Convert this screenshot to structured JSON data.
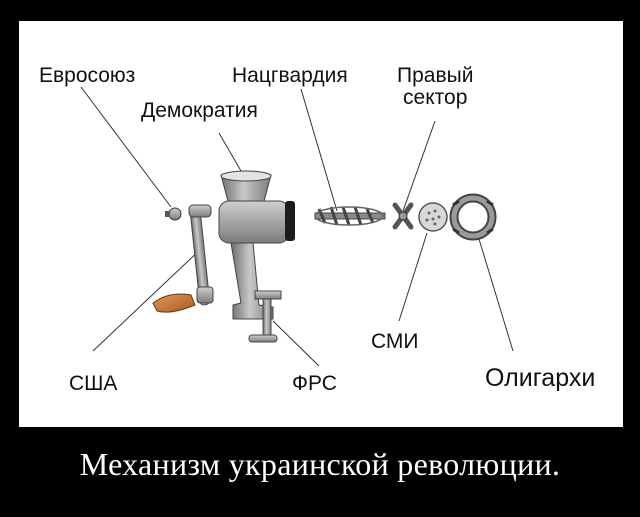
{
  "labels": {
    "eu": "Евросоюз",
    "democracy": "Демократия",
    "natsgvardiya": "Нацгвардия",
    "right_sector_line1": "Правый",
    "right_sector_line2": "сектор",
    "usa": "США",
    "frs": "ФРС",
    "media": "СМИ",
    "oligarchs": "Олигархи"
  },
  "caption": "Механизм украинской революции.",
  "colors": {
    "background": "#000000",
    "panel": "#ffffff",
    "metal": "#9a9a9a",
    "handle": "#c87533"
  }
}
